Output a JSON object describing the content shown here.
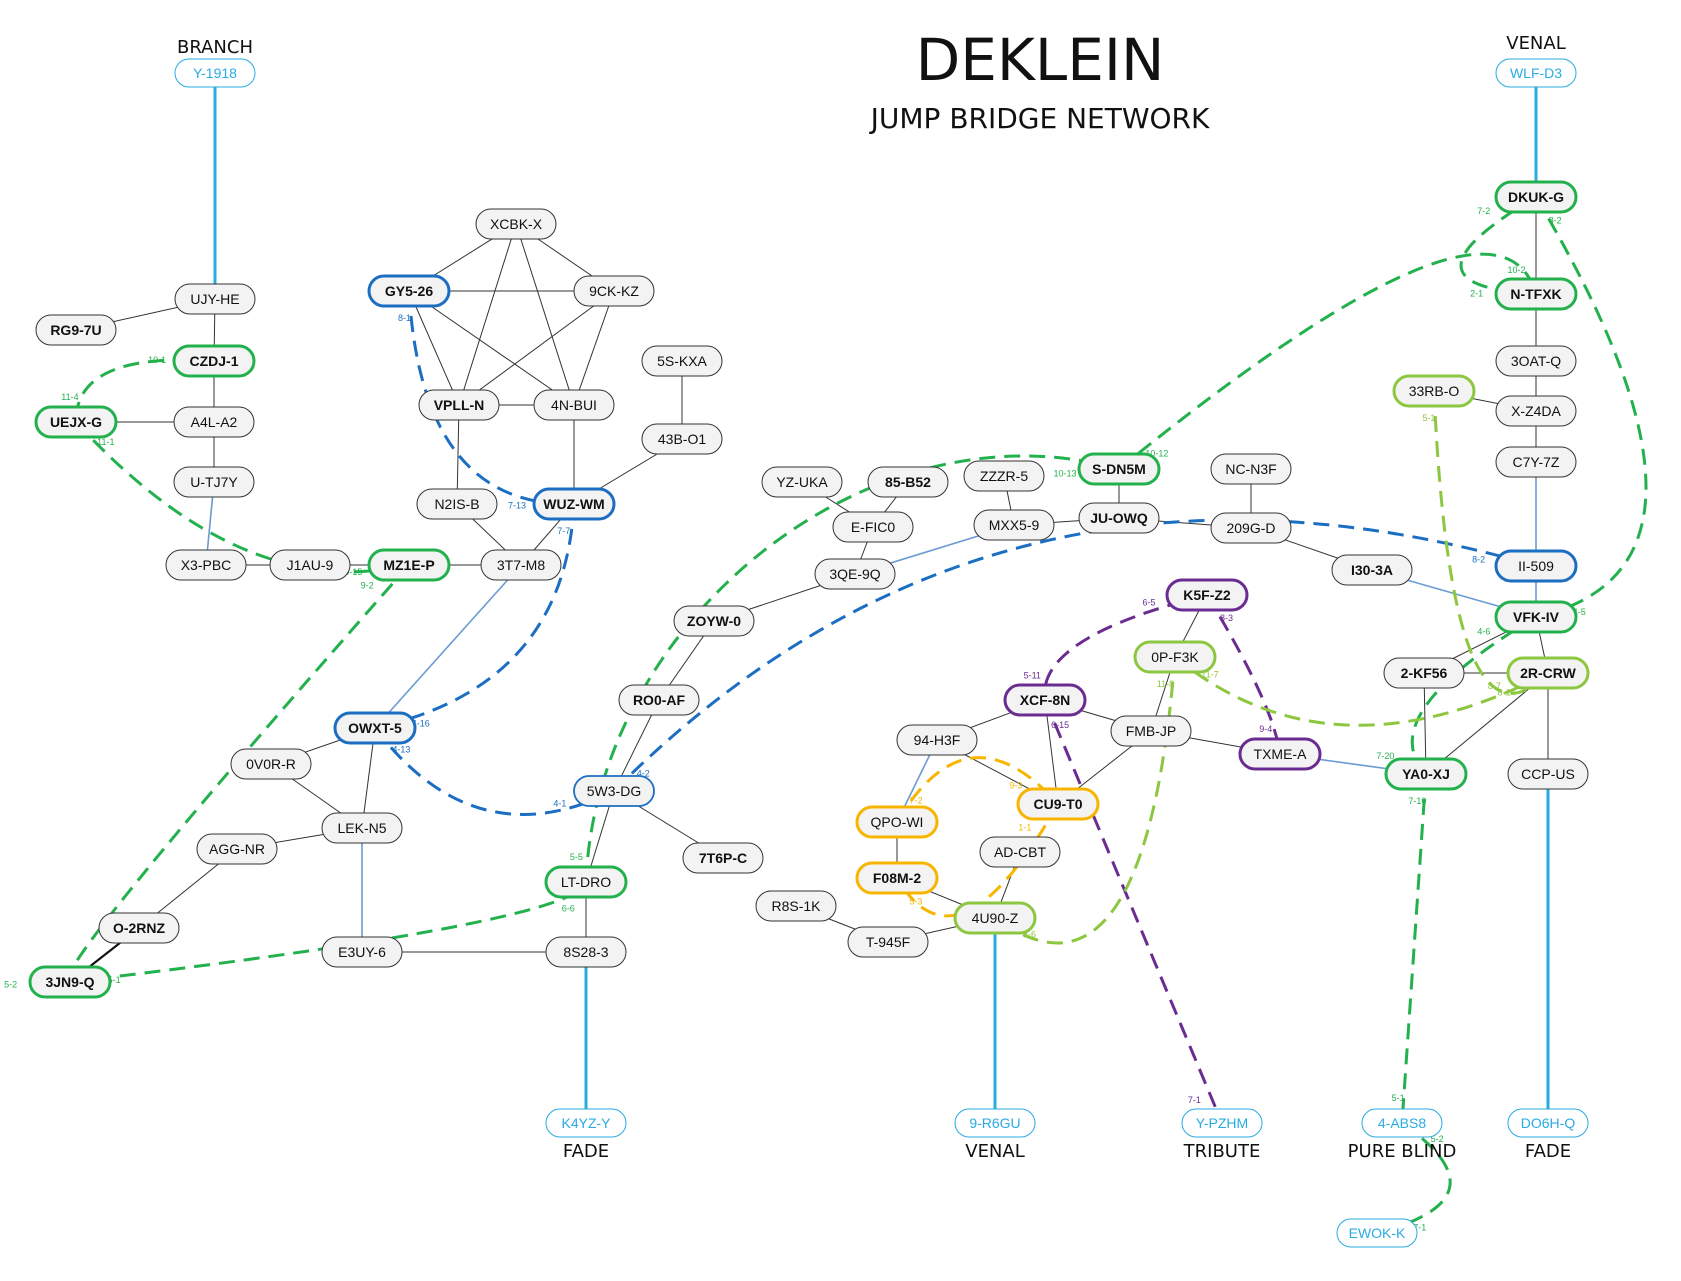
{
  "header": {
    "title": "DEKLEIN",
    "subtitle": "JUMP BRIDGE NETWORK"
  },
  "colors": {
    "gate_line": "#29ABE2",
    "green": "#22B14C",
    "light_green": "#8DC63F",
    "blue": "#1B6EC2",
    "purple": "#6A2C91",
    "orange": "#F7B500",
    "link": "#333333",
    "node_fill": "#F3F3F3",
    "node_border": "#333333"
  },
  "systems": [
    {
      "id": "UJY-HE",
      "label": "UJY-HE"
    },
    {
      "id": "RG9-7U",
      "label": "RG9-7U",
      "bold": true
    },
    {
      "id": "CZDJ-1",
      "label": "CZDJ-1",
      "bold": true,
      "ring": "green"
    },
    {
      "id": "UEJX-G",
      "label": "UEJX-G",
      "bold": true,
      "ring": "green"
    },
    {
      "id": "A4L-A2",
      "label": "A4L-A2"
    },
    {
      "id": "U-TJ7Y",
      "label": "U-TJ7Y"
    },
    {
      "id": "X3-PBC",
      "label": "X3-PBC"
    },
    {
      "id": "J1AU-9",
      "label": "J1AU-9"
    },
    {
      "id": "MZ1E-P",
      "label": "MZ1E-P",
      "bold": true,
      "ring": "green"
    },
    {
      "id": "3T7-M8",
      "label": "3T7-M8"
    },
    {
      "id": "XCBK-X",
      "label": "XCBK-X"
    },
    {
      "id": "GY5-26",
      "label": "GY5-26",
      "bold": true,
      "ring": "blue"
    },
    {
      "id": "9CK-KZ",
      "label": "9CK-KZ"
    },
    {
      "id": "VPLL-N",
      "label": "VPLL-N",
      "bold": true
    },
    {
      "id": "4N-BUI",
      "label": "4N-BUI"
    },
    {
      "id": "N2IS-B",
      "label": "N2IS-B"
    },
    {
      "id": "WUZ-WM",
      "label": "WUZ-WM",
      "bold": true,
      "ring": "blue"
    },
    {
      "id": "5S-KXA",
      "label": "5S-KXA"
    },
    {
      "id": "43B-O1",
      "label": "43B-O1"
    },
    {
      "id": "YZ-UKA",
      "label": "YZ-UKA"
    },
    {
      "id": "85-B52",
      "label": "85-B52",
      "bold": true
    },
    {
      "id": "E-FIC0",
      "label": "E-FIC0"
    },
    {
      "id": "ZZZR-5",
      "label": "ZZZR-5"
    },
    {
      "id": "MXX5-9",
      "label": "MXX5-9"
    },
    {
      "id": "S-DN5M",
      "label": "S-DN5M",
      "bold": true,
      "ring": "green"
    },
    {
      "id": "JU-OWQ",
      "label": "JU-OWQ",
      "bold": true
    },
    {
      "id": "NC-N3F",
      "label": "NC-N3F"
    },
    {
      "id": "209G-D",
      "label": "209G-D"
    },
    {
      "id": "3QE-9Q",
      "label": "3QE-9Q"
    },
    {
      "id": "ZOYW-0",
      "label": "ZOYW-0",
      "bold": true
    },
    {
      "id": "RO0-AF",
      "label": "RO0-AF",
      "bold": true
    },
    {
      "id": "5W3-DG",
      "label": "5W3-DG",
      "ring": "blue_thin"
    },
    {
      "id": "7T6P-C",
      "label": "7T6P-C",
      "bold": true
    },
    {
      "id": "LT-DRO",
      "label": "LT-DRO",
      "ring": "green"
    },
    {
      "id": "8S28-3",
      "label": "8S28-3"
    },
    {
      "id": "OWXT-5",
      "label": "OWXT-5",
      "bold": true,
      "ring": "blue"
    },
    {
      "id": "0V0R-R",
      "label": "0V0R-R"
    },
    {
      "id": "LEK-N5",
      "label": "LEK-N5"
    },
    {
      "id": "AGG-NR",
      "label": "AGG-NR"
    },
    {
      "id": "O-2RNZ",
      "label": "O-2RNZ",
      "bold": true
    },
    {
      "id": "3JN9-Q",
      "label": "3JN9-Q",
      "bold": true,
      "ring": "green"
    },
    {
      "id": "E3UY-6",
      "label": "E3UY-6"
    },
    {
      "id": "I30-3A",
      "label": "I30-3A",
      "bold": true
    },
    {
      "id": "II-509",
      "label": "II-509",
      "ring": "blue"
    },
    {
      "id": "K5F-Z2",
      "label": "K5F-Z2",
      "bold": true,
      "ring": "purple"
    },
    {
      "id": "0P-F3K",
      "label": "0P-F3K",
      "ring": "light_green"
    },
    {
      "id": "XCF-8N",
      "label": "XCF-8N",
      "bold": true,
      "ring": "purple"
    },
    {
      "id": "FMB-JP",
      "label": "FMB-JP"
    },
    {
      "id": "TXME-A",
      "label": "TXME-A",
      "ring": "purple"
    },
    {
      "id": "94-H3F",
      "label": "94-H3F"
    },
    {
      "id": "CU9-T0",
      "label": "CU9-T0",
      "bold": true,
      "ring": "orange"
    },
    {
      "id": "QPO-WI",
      "label": "QPO-WI",
      "ring": "orange"
    },
    {
      "id": "F08M-2",
      "label": "F08M-2",
      "bold": true,
      "ring": "orange"
    },
    {
      "id": "AD-CBT",
      "label": "AD-CBT"
    },
    {
      "id": "R8S-1K",
      "label": "R8S-1K"
    },
    {
      "id": "4U90-Z",
      "label": "4U90-Z",
      "ring": "light_green"
    },
    {
      "id": "T-945F",
      "label": "T-945F"
    },
    {
      "id": "DKUK-G",
      "label": "DKUK-G",
      "bold": true,
      "ring": "green"
    },
    {
      "id": "N-TFXK",
      "label": "N-TFXK",
      "bold": true,
      "ring": "green"
    },
    {
      "id": "3OAT-Q",
      "label": "3OAT-Q"
    },
    {
      "id": "33RB-O",
      "label": "33RB-O",
      "ring": "light_green"
    },
    {
      "id": "X-Z4DA",
      "label": "X-Z4DA"
    },
    {
      "id": "C7Y-7Z",
      "label": "C7Y-7Z"
    },
    {
      "id": "VFK-IV",
      "label": "VFK-IV",
      "bold": true,
      "ring": "green"
    },
    {
      "id": "2-KF56",
      "label": "2-KF56",
      "bold": true
    },
    {
      "id": "2R-CRW",
      "label": "2R-CRW",
      "bold": true,
      "ring": "light_green"
    },
    {
      "id": "YA0-XJ",
      "label": "YA0-XJ",
      "bold": true,
      "ring": "green"
    },
    {
      "id": "CCP-US",
      "label": "CCP-US"
    }
  ],
  "gates": [
    {
      "id": "Y-1918",
      "label": "Y-1918",
      "region": "BRANCH"
    },
    {
      "id": "WLF-D3",
      "label": "WLF-D3",
      "region": "VENAL"
    },
    {
      "id": "K4YZ-Y",
      "label": "K4YZ-Y",
      "region": "FADE"
    },
    {
      "id": "9-R6GU",
      "label": "9-R6GU",
      "region": "VENAL"
    },
    {
      "id": "Y-PZHM",
      "label": "Y-PZHM",
      "region": "TRIBUTE"
    },
    {
      "id": "4-ABS8",
      "label": "4-ABS8",
      "region": "PURE BLIND"
    },
    {
      "id": "DO6H-Q",
      "label": "DO6H-Q",
      "region": "FADE"
    },
    {
      "id": "EWOK-K",
      "label": "EWOK-K",
      "region": ""
    }
  ],
  "links": [
    [
      "Y-1918",
      "UJY-HE",
      "gate"
    ],
    [
      "UJY-HE",
      "RG9-7U"
    ],
    [
      "UJY-HE",
      "CZDJ-1"
    ],
    [
      "CZDJ-1",
      "A4L-A2"
    ],
    [
      "UEJX-G",
      "A4L-A2"
    ],
    [
      "A4L-A2",
      "U-TJ7Y"
    ],
    [
      "U-TJ7Y",
      "X3-PBC",
      "gate_thin"
    ],
    [
      "X3-PBC",
      "J1AU-9"
    ],
    [
      "J1AU-9",
      "MZ1E-P"
    ],
    [
      "MZ1E-P",
      "3T7-M8"
    ],
    [
      "XCBK-X",
      "GY5-26"
    ],
    [
      "XCBK-X",
      "9CK-KZ"
    ],
    [
      "XCBK-X",
      "VPLL-N"
    ],
    [
      "XCBK-X",
      "4N-BUI"
    ],
    [
      "GY5-26",
      "9CK-KZ"
    ],
    [
      "GY5-26",
      "VPLL-N"
    ],
    [
      "GY5-26",
      "4N-BUI"
    ],
    [
      "9CK-KZ",
      "VPLL-N"
    ],
    [
      "9CK-KZ",
      "4N-BUI"
    ],
    [
      "VPLL-N",
      "4N-BUI"
    ],
    [
      "VPLL-N",
      "N2IS-B"
    ],
    [
      "4N-BUI",
      "WUZ-WM"
    ],
    [
      "N2IS-B",
      "3T7-M8"
    ],
    [
      "WUZ-WM",
      "3T7-M8"
    ],
    [
      "WUZ-WM",
      "43B-O1"
    ],
    [
      "5S-KXA",
      "43B-O1"
    ],
    [
      "3T7-M8",
      "OWXT-5",
      "gate_thin"
    ],
    [
      "OWXT-5",
      "0V0R-R"
    ],
    [
      "OWXT-5",
      "LEK-N5"
    ],
    [
      "0V0R-R",
      "LEK-N5"
    ],
    [
      "LEK-N5",
      "AGG-NR"
    ],
    [
      "AGG-NR",
      "O-2RNZ"
    ],
    [
      "O-2RNZ",
      "3JN9-Q",
      "bold"
    ],
    [
      "LEK-N5",
      "E3UY-6",
      "gate_thin"
    ],
    [
      "E3UY-6",
      "8S28-3"
    ],
    [
      "8S28-3",
      "LT-DRO"
    ],
    [
      "LT-DRO",
      "5W3-DG"
    ],
    [
      "5W3-DG",
      "RO0-AF"
    ],
    [
      "5W3-DG",
      "7T6P-C"
    ],
    [
      "RO0-AF",
      "ZOYW-0"
    ],
    [
      "ZOYW-0",
      "3QE-9Q"
    ],
    [
      "3QE-9Q",
      "E-FIC0"
    ],
    [
      "E-FIC0",
      "YZ-UKA"
    ],
    [
      "E-FIC0",
      "85-B52"
    ],
    [
      "3QE-9Q",
      "MXX5-9",
      "gate_thin"
    ],
    [
      "MXX5-9",
      "ZZZR-5"
    ],
    [
      "MXX5-9",
      "JU-OWQ"
    ],
    [
      "JU-OWQ",
      "S-DN5M"
    ],
    [
      "JU-OWQ",
      "209G-D"
    ],
    [
      "NC-N3F",
      "209G-D"
    ],
    [
      "209G-D",
      "I30-3A"
    ],
    [
      "I30-3A",
      "VFK-IV",
      "gate_thin"
    ],
    [
      "8S28-3",
      "K4YZ-Y",
      "gate"
    ],
    [
      "K5F-Z2",
      "0P-F3K"
    ],
    [
      "0P-F3K",
      "FMB-JP"
    ],
    [
      "XCF-8N",
      "FMB-JP"
    ],
    [
      "XCF-8N",
      "94-H3F"
    ],
    [
      "XCF-8N",
      "CU9-T0"
    ],
    [
      "94-H3F",
      "CU9-T0"
    ],
    [
      "FMB-JP",
      "CU9-T0"
    ],
    [
      "FMB-JP",
      "TXME-A"
    ],
    [
      "94-H3F",
      "QPO-WI",
      "gate_thin"
    ],
    [
      "QPO-WI",
      "F08M-2"
    ],
    [
      "F08M-2",
      "4U90-Z"
    ],
    [
      "AD-CBT",
      "4U90-Z"
    ],
    [
      "R8S-1K",
      "T-945F"
    ],
    [
      "T-945F",
      "4U90-Z"
    ],
    [
      "4U90-Z",
      "9-R6GU",
      "gate"
    ],
    [
      "TXME-A",
      "YA0-XJ",
      "gate_thin"
    ],
    [
      "WLF-D3",
      "DKUK-G",
      "gate"
    ],
    [
      "DKUK-G",
      "N-TFXK"
    ],
    [
      "N-TFXK",
      "3OAT-Q"
    ],
    [
      "3OAT-Q",
      "X-Z4DA"
    ],
    [
      "33RB-O",
      "X-Z4DA"
    ],
    [
      "X-Z4DA",
      "C7Y-7Z"
    ],
    [
      "C7Y-7Z",
      "II-509",
      "gate_thin"
    ],
    [
      "II-509",
      "VFK-IV",
      "gate_thin"
    ],
    [
      "VFK-IV",
      "2-KF56"
    ],
    [
      "VFK-IV",
      "2R-CRW"
    ],
    [
      "2-KF56",
      "2R-CRW"
    ],
    [
      "2-KF56",
      "YA0-XJ"
    ],
    [
      "2R-CRW",
      "YA0-XJ"
    ],
    [
      "2R-CRW",
      "CCP-US"
    ],
    [
      "CCP-US",
      "DO6H-Q",
      "gate"
    ]
  ],
  "bridges": [
    {
      "from": "CZDJ-1",
      "to": "UEJX-G",
      "color": "green",
      "from_label": "10-1",
      "to_label": "11-4"
    },
    {
      "from": "UEJX-G",
      "to": "MZ1E-P",
      "color": "green",
      "from_label": "11-1",
      "to_label": "9-15"
    },
    {
      "from": "MZ1E-P",
      "to": "3JN9-Q",
      "color": "green",
      "from_label": "9-2",
      "to_label": "5-2"
    },
    {
      "from": "3JN9-Q",
      "to": "LT-DRO",
      "color": "green",
      "from_label": "5-1",
      "to_label": "6-6"
    },
    {
      "from": "LT-DRO",
      "to": "S-DN5M",
      "color": "green",
      "from_label": "5-5",
      "to_label": "10-13"
    },
    {
      "from": "S-DN5M",
      "to": "N-TFXK",
      "color": "green",
      "from_label": "10-12",
      "to_label": "10-2"
    },
    {
      "from": "DKUK-G",
      "to": "N-TFXK",
      "color": "green",
      "from_label": "7-2",
      "to_label": "2-1"
    },
    {
      "from": "DKUK-G",
      "to": "VFK-IV",
      "color": "green",
      "from_label": "8-2",
      "to_label": "4-5"
    },
    {
      "from": "VFK-IV",
      "to": "YA0-XJ",
      "color": "green",
      "from_label": "4-6",
      "to_label": "7-20"
    },
    {
      "from": "YA0-XJ",
      "to": "4-ABS8",
      "color": "green",
      "from_label": "7-10",
      "to_label": "5-1"
    },
    {
      "from": "4-ABS8",
      "to": "EWOK-K",
      "color": "green",
      "from_label": "5-2",
      "to_label": "7-1"
    },
    {
      "from": "GY5-26",
      "to": "WUZ-WM",
      "color": "blue",
      "from_label": "8-1",
      "to_label": "7-13"
    },
    {
      "from": "WUZ-WM",
      "to": "OWXT-5",
      "color": "blue",
      "from_label": "7-7",
      "to_label": "4-16"
    },
    {
      "from": "OWXT-5",
      "to": "5W3-DG",
      "color": "blue",
      "from_label": "4-13",
      "to_label": "4-1"
    },
    {
      "from": "5W3-DG",
      "to": "II-509",
      "color": "blue",
      "from_label": "4-2",
      "to_label": "8-2"
    },
    {
      "from": "K5F-Z2",
      "to": "XCF-8N",
      "color": "purple",
      "from_label": "6-5",
      "to_label": "5-11"
    },
    {
      "from": "K5F-Z2",
      "to": "TXME-A",
      "color": "purple",
      "from_label": "8-3",
      "to_label": "9-4"
    },
    {
      "from": "XCF-8N",
      "to": "Y-PZHM",
      "color": "purple",
      "from_label": "6-15",
      "to_label": "7-1"
    },
    {
      "from": "0P-F3K",
      "to": "2R-CRW",
      "color": "light_green",
      "from_label": "11-7",
      "to_label": "8-7"
    },
    {
      "from": "0P-F3K",
      "to": "4U90-Z",
      "color": "light_green",
      "from_label": "11-8",
      "to_label": "8-6"
    },
    {
      "from": "33RB-O",
      "to": "2R-CRW",
      "color": "light_green",
      "from_label": "5-1",
      "to_label": "8-14"
    },
    {
      "from": "QPO-WI",
      "to": "CU9-T0",
      "color": "orange",
      "from_label": "7-2",
      "to_label": "9-3"
    },
    {
      "from": "CU9-T0",
      "to": "F08M-2",
      "color": "orange",
      "from_label": "1-1",
      "to_label": "5-3"
    }
  ]
}
